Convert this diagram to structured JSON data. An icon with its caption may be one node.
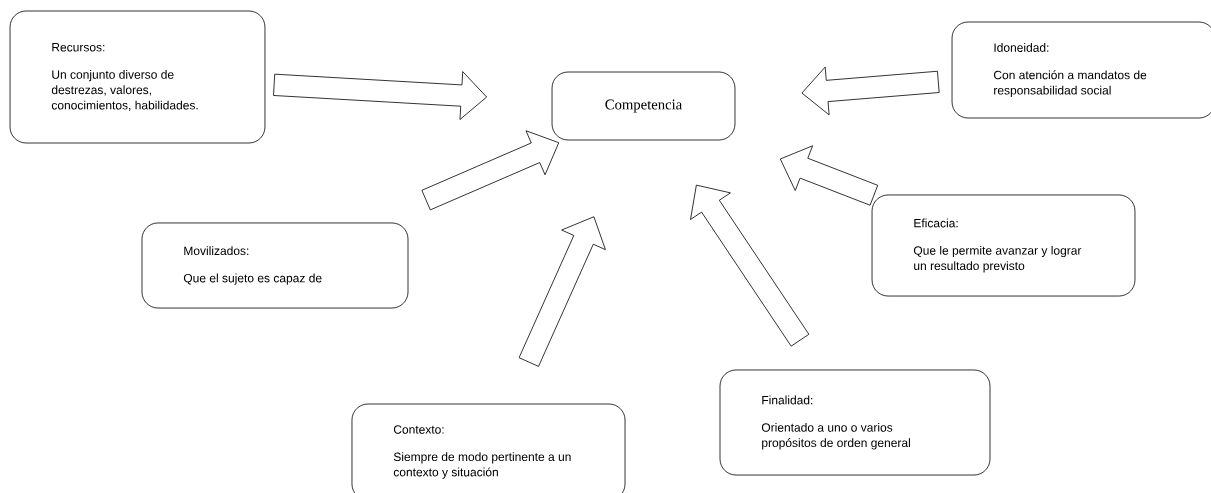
{
  "diagram": {
    "nodes": [
      {
        "text": [
          "Competencia"
        ]
      },
      {
        "text": [
          "Recursos:",
          "Un conjunto diverso de destrezas, valores, conocimientos, habilidades."
        ]
      },
      {
        "text": [
          "Idoneidad:",
          "Con atención a mandatos de responsabilidad social"
        ]
      },
      {
        "text": [
          "Movilizados:",
          "Que el sujeto es capaz de"
        ]
      },
      {
        "text": [
          "Eficacia:",
          "Que le permite avanzar y lograr un resultado previsto"
        ]
      },
      {
        "text": [
          "Contexto:",
          "Siempre de modo pertinente a un contexto y situación"
        ]
      },
      {
        "text": [
          "Finalidad:",
          "Orientado a uno o varios propósitos de orden general"
        ]
      }
    ],
    "edges": [
      {
        "from": 1,
        "to": 0,
        "arrow": "to"
      },
      {
        "from": 2,
        "to": 0,
        "arrow": "to"
      },
      {
        "from": 3,
        "to": 0,
        "arrow": "to"
      },
      {
        "from": 4,
        "to": 0,
        "arrow": "to"
      },
      {
        "from": 5,
        "to": 0,
        "arrow": "to"
      },
      {
        "from": 6,
        "to": 0,
        "arrow": "to"
      }
    ]
  }
}
